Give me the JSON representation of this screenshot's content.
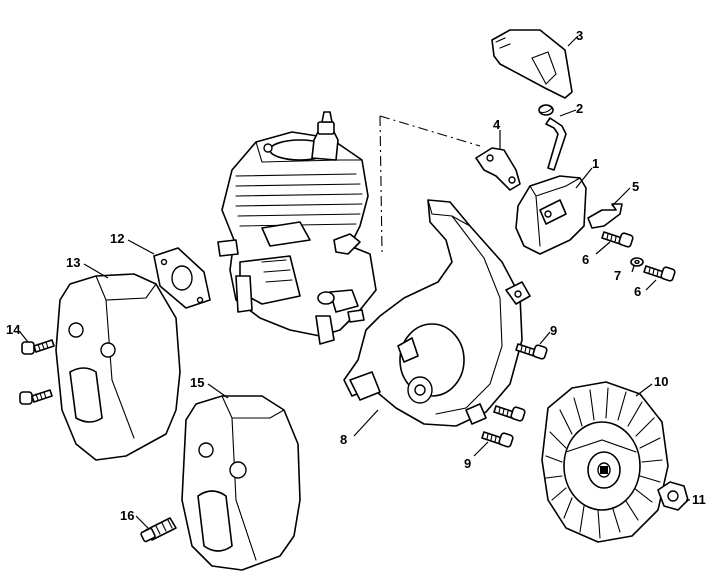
{
  "callouts": [
    {
      "id": "1",
      "label": "1"
    },
    {
      "id": "2",
      "label": "2"
    },
    {
      "id": "3",
      "label": "3"
    },
    {
      "id": "4",
      "label": "4"
    },
    {
      "id": "5",
      "label": "5"
    },
    {
      "id": "6a",
      "label": "6"
    },
    {
      "id": "6b",
      "label": "6"
    },
    {
      "id": "7",
      "label": "7"
    },
    {
      "id": "8",
      "label": "8"
    },
    {
      "id": "9a",
      "label": "9"
    },
    {
      "id": "9b",
      "label": "9"
    },
    {
      "id": "10",
      "label": "10"
    },
    {
      "id": "11",
      "label": "11"
    },
    {
      "id": "12",
      "label": "12"
    },
    {
      "id": "13",
      "label": "13"
    },
    {
      "id": "14",
      "label": "14"
    },
    {
      "id": "15",
      "label": "15"
    },
    {
      "id": "16",
      "label": "16"
    }
  ],
  "colors": {
    "line": "#000000",
    "background": "#ffffff"
  }
}
